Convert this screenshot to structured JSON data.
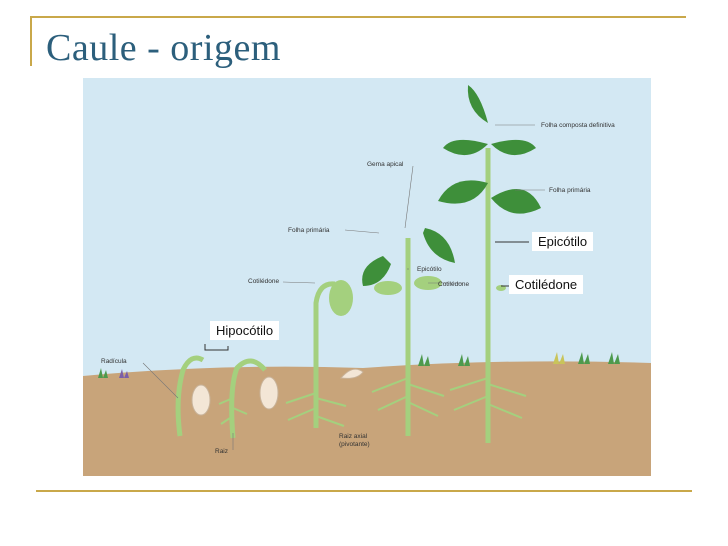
{
  "slide": {
    "title": "Caule - origem"
  },
  "figure": {
    "small_labels": {
      "folha_composta": "Folha composta definitiva",
      "folha_primaria_right": "Folha primária",
      "gema_apical": "Gema apical",
      "folha_primaria_left": "Folha primária",
      "epicotilo_small": "Epicótilo",
      "cotiledone_left": "Cotilédone",
      "cotiledone_mid": "Cotilédone",
      "radicula": "Radícula",
      "raiz": "Raiz",
      "raiz_axial": "Raiz axial",
      "pivotante": "(pivotante)"
    },
    "callouts": {
      "epicotilo": "Epicótilo",
      "cotiledone": "Cotilédone",
      "hipocotilo": "Hipocótilo"
    }
  },
  "colors": {
    "sky": "#cfe6f1",
    "soil": "#c9a57c",
    "stem": "#9fd27a",
    "leaf": "#3e8f3a",
    "accent_rule": "#c9a84a",
    "title": "#2c5f7c"
  }
}
